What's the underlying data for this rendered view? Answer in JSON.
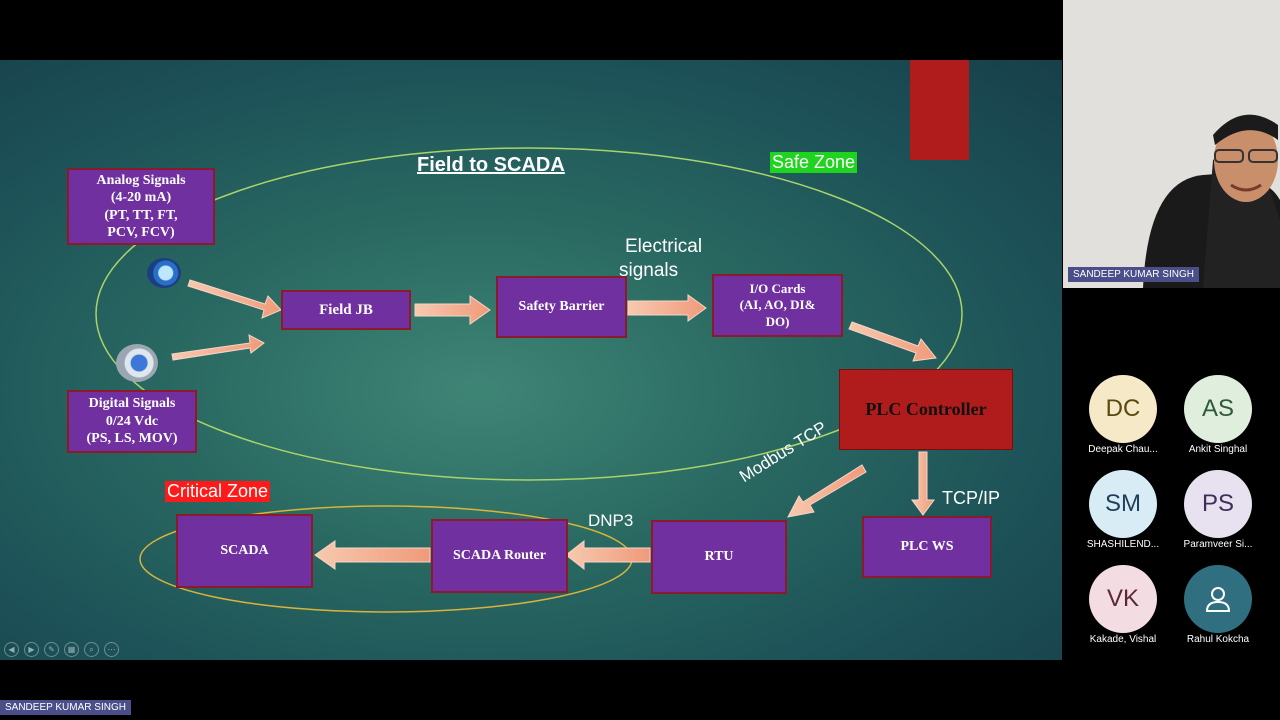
{
  "slide": {
    "title": "Field to SCADA",
    "safe_zone": "Safe Zone",
    "critical_zone": "Critical Zone",
    "analog": [
      "Analog Signals",
      "(4-20 mA)",
      "(PT, TT, FT,",
      "PCV, FCV)"
    ],
    "digital": [
      "Digital Signals",
      "0/24 Vdc",
      "(PS, LS, MOV)"
    ],
    "field_jb": "Field JB",
    "safety_barrier": "Safety Barrier",
    "io_cards": [
      "I/O Cards",
      "(AI, AO, DI&",
      "DO)"
    ],
    "plc_controller": "PLC Controller",
    "plc_ws": "PLC WS",
    "rtu": "RTU",
    "scada_router": "SCADA Router",
    "scada": "SCADA",
    "electrical_signals": [
      "Electrical",
      "signals"
    ],
    "modbus": "Modbus TCP",
    "tcpip": "TCP/IP",
    "dnp3": "DNP3"
  },
  "presenter_label": "SANDEEP KUMAR SINGH",
  "video_name": "SANDEEP KUMAR SINGH",
  "participants": [
    {
      "initials": "DC",
      "name": "Deepak Chau...",
      "bg": "#f5e9c8",
      "fg": "#5a4a10"
    },
    {
      "initials": "AS",
      "name": "Ankit Singhal",
      "bg": "#dfeedd",
      "fg": "#2f5a3a"
    },
    {
      "initials": "SM",
      "name": "SHASHILEND...",
      "bg": "#d8ecf5",
      "fg": "#1f3f5a"
    },
    {
      "initials": "PS",
      "name": "Paramveer Si...",
      "bg": "#e8e1ef",
      "fg": "#3f2f5a"
    },
    {
      "initials": "VK",
      "name": "Kakade, Vishal",
      "bg": "#f3dde2",
      "fg": "#5a2838"
    },
    {
      "initials": "",
      "name": "Rahul Kokcha",
      "bg": "#2f6f80",
      "fg": "#ffffff",
      "icon": "person-icon"
    }
  ]
}
